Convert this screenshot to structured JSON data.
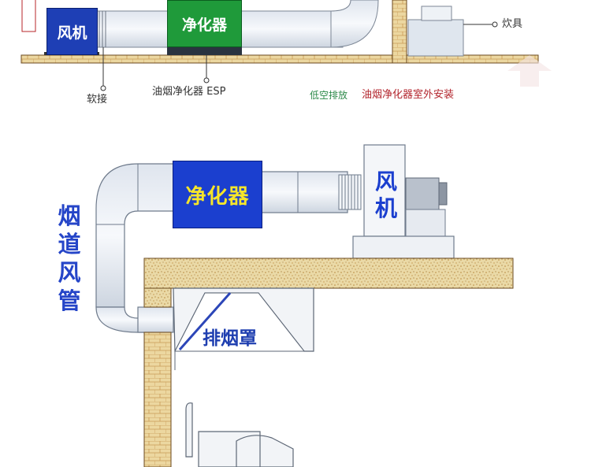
{
  "top_diagram": {
    "fan_label": "风机",
    "purifier_label": "净化器",
    "soft_joint_label": "软接",
    "esp_label": "油烟净化器 ESP",
    "cookware_label": "炊具",
    "low_discharge_label": "低空排放",
    "outdoor_install_label": "油烟净化器室外安装"
  },
  "bottom_diagram": {
    "purifier_label": "净化器",
    "fan_label_line1": "风",
    "fan_label_line2": "机",
    "duct_label_1": "烟",
    "duct_label_2": "道",
    "duct_label_3": "风",
    "duct_label_4": "管",
    "hood_label": "排烟罩"
  },
  "colors": {
    "fan_top": "#1e3fb5",
    "purifier_top": "#1f9a3a",
    "purifier_bottom": "#1b3fcf",
    "purifier_bottom_text": "#f6e62a",
    "label_blue": "#2545c8",
    "label_green": "#2d8a4a",
    "label_red": "#b3262e",
    "duct_fill": "#e9edf3",
    "wall_fill": "#e9d39a"
  }
}
